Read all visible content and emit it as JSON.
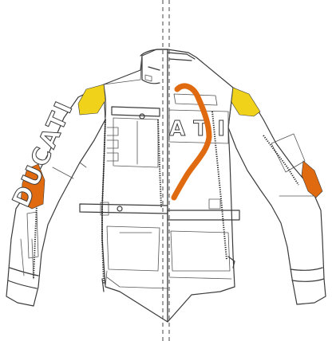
{
  "diagram": {
    "logo_text": "DUCATI",
    "colors": {
      "outline": "#3a3a3a",
      "shoulder_protector": "#f0d21a",
      "elbow_protector": "#e06a10",
      "back_protector": "#e06a10",
      "background": "#ffffff"
    },
    "icons": [
      "jacket-front-half",
      "jacket-back-half",
      "center-split-line"
    ]
  }
}
